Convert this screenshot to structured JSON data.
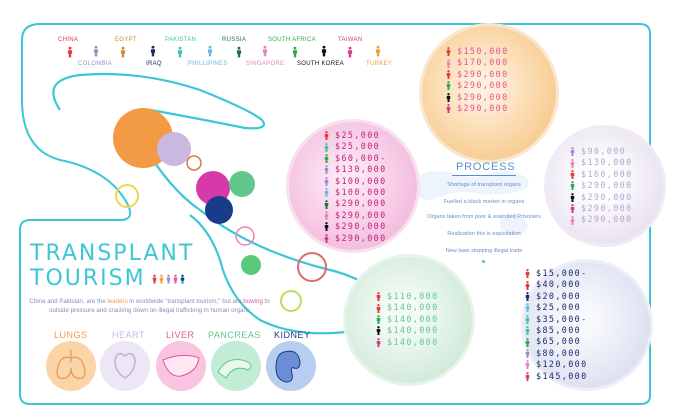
{
  "legend": {
    "row1": [
      {
        "label": "CHINA",
        "color": "#e0393e"
      },
      {
        "label": "EGYPT",
        "color": "#c98a3a"
      },
      {
        "label": "PAKISTAN",
        "color": "#3ec6a6"
      },
      {
        "label": "RUSSIA",
        "color": "#1e6b5a"
      },
      {
        "label": "SOUTH AFRICA",
        "color": "#2ea84a"
      },
      {
        "label": "TAIWAN",
        "color": "#d63a8a"
      }
    ],
    "row2": [
      {
        "label": "COLOMBIA",
        "color": "#a48ccb"
      },
      {
        "label": "IRAQ",
        "color": "#1a2a6c"
      },
      {
        "label": "PHILLIPINES",
        "color": "#6bb7e6"
      },
      {
        "label": "SINGAPORE",
        "color": "#e884b8"
      },
      {
        "label": "SOUTH KOREA",
        "color": "#111111"
      },
      {
        "label": "TURKEY",
        "color": "#f39a45"
      }
    ],
    "figures": [
      "#e0393e",
      "#a48ccb",
      "#c98a3a",
      "#1a2a6c",
      "#3ec6a6",
      "#6bb7e6",
      "#1e6b5a",
      "#e884b8",
      "#2ea84a",
      "#111111",
      "#d63a8a",
      "#f39a45"
    ]
  },
  "title": {
    "line1": "TRANSPLANT",
    "line2": "TOURISM"
  },
  "subtitle": {
    "p1": "China and Pakistan, are the ",
    "hl1": "leaders",
    "p2": " in worldwide \"transplant tourism,\" but are ",
    "hl2": "bowing",
    "p3": " to outside pressure and cracking down on illegal trafficking in human organs"
  },
  "organs": [
    {
      "label": "LUNGS",
      "color": "#f39a45"
    },
    {
      "label": "HEART",
      "color": "#c9b8e0"
    },
    {
      "label": "LIVER",
      "color": "#e0569a"
    },
    {
      "label": "PANCREAS",
      "color": "#62c78c"
    },
    {
      "label": "KIDNEY",
      "color": "#1a3a8c"
    }
  ],
  "process": {
    "title": "PROCESS",
    "steps": [
      "Shortage of transplant organs",
      "Fuelled a black market in organs",
      "Organs taken from poor & executed Prisoners",
      "Realization this is exploitation",
      "New laws stopping illegal trade"
    ]
  },
  "prices": {
    "orange": {
      "color": "#e0569a",
      "rows": [
        {
          "fig": "#e0393e",
          "value": "$150,000"
        },
        {
          "fig": "#e884b8",
          "value": "$170,000"
        },
        {
          "fig": "#e0393e",
          "value": "$290,000"
        },
        {
          "fig": "#2ea84a",
          "value": "$290,000"
        },
        {
          "fig": "#111111",
          "value": "$290,000"
        },
        {
          "fig": "#d63a8a",
          "value": "$290,000"
        }
      ]
    },
    "pink": {
      "color": "#c2227a",
      "rows": [
        {
          "fig": "#e0393e",
          "value": "$25,000"
        },
        {
          "fig": "#3ec6a6",
          "value": "$25,000"
        },
        {
          "fig": "#2ea84a",
          "value": "$60,000-"
        },
        {
          "fig": "#a48ccb",
          "value": "$130,000"
        },
        {
          "fig": "#a48ccb",
          "value": "$100,000"
        },
        {
          "fig": "#6bb7e6",
          "value": "$100,000"
        },
        {
          "fig": "#1e6b5a",
          "value": "$290,000"
        },
        {
          "fig": "#e884b8",
          "value": "$290,000"
        },
        {
          "fig": "#111111",
          "value": "$290,000"
        },
        {
          "fig": "#d63a8a",
          "value": "$290,000"
        }
      ]
    },
    "lavender": {
      "color": "#b4a8cc",
      "rows": [
        {
          "fig": "#a48ccb",
          "value": "$90,000"
        },
        {
          "fig": "#e884b8",
          "value": "$130,000"
        },
        {
          "fig": "#e0393e",
          "value": "$160,000"
        },
        {
          "fig": "#2ea84a",
          "value": "$290,000"
        },
        {
          "fig": "#111111",
          "value": "$290,000"
        },
        {
          "fig": "#d63a8a",
          "value": "$290,000"
        },
        {
          "fig": "#e884b8",
          "value": "$290,000"
        }
      ]
    },
    "green": {
      "color": "#62c78c",
      "rows": [
        {
          "fig": "#e0393e",
          "value": "$110,000"
        },
        {
          "fig": "#e0393e",
          "value": "$140,000"
        },
        {
          "fig": "#2ea84a",
          "value": "$140,000"
        },
        {
          "fig": "#111111",
          "value": "$140,000"
        },
        {
          "fig": "#d63a8a",
          "value": "$140,000"
        }
      ]
    },
    "blue": {
      "color": "#1a2a6c",
      "rows": [
        {
          "fig": "#e0393e",
          "value": "$15,000-"
        },
        {
          "fig": "#e0393e",
          "value": "$40,000"
        },
        {
          "fig": "#1a2a6c",
          "value": "$20,000"
        },
        {
          "fig": "#6bb7e6",
          "value": "$25,000"
        },
        {
          "fig": "#3ec6a6",
          "value": "$35,000-"
        },
        {
          "fig": "#3ec6a6",
          "value": "$85,000"
        },
        {
          "fig": "#2ea84a",
          "value": "$65,000"
        },
        {
          "fig": "#a48ccb",
          "value": "$80,000"
        },
        {
          "fig": "#e884b8",
          "value": "$120,000"
        },
        {
          "fig": "#d63a8a",
          "value": "$145,000"
        }
      ]
    }
  }
}
